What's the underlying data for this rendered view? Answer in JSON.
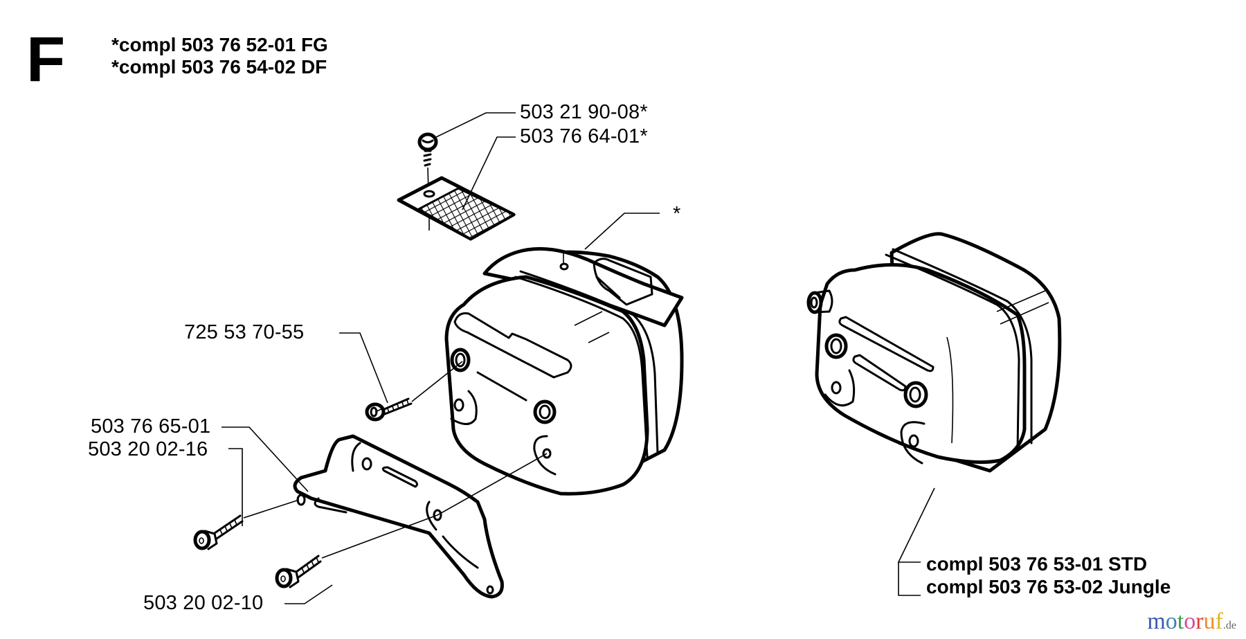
{
  "diagram": {
    "section_letter": "F",
    "header_lines": [
      "*compl 503 76 52-01 FG",
      "*compl 503 76 54-02 DF"
    ],
    "part_labels": {
      "screw_top": "503 21 90-08*",
      "screen": "503 76 64-01*",
      "muffler_body": "*",
      "bolt_socket": "725 53 70-55",
      "bracket": "503 76 65-01",
      "bolt_upper": "503 20 02-16",
      "bolt_lower": "503 20 02-10"
    },
    "complete_assemblies": [
      "compl 503 76 53-01 STD",
      "compl 503 76 53-02 Jungle"
    ],
    "parts": [
      {
        "id": "503 21 90-08",
        "name": "screw",
        "note": "*"
      },
      {
        "id": "503 76 64-01",
        "name": "spark-arrestor-screen",
        "note": "*"
      },
      {
        "id": "*",
        "name": "muffler-body"
      },
      {
        "id": "725 53 70-55",
        "name": "socket-bolt"
      },
      {
        "id": "503 76 65-01",
        "name": "muffler-bracket"
      },
      {
        "id": "503 20 02-16",
        "name": "flange-bolt"
      },
      {
        "id": "503 20 02-10",
        "name": "flange-bolt"
      }
    ]
  },
  "watermark": {
    "letters": [
      {
        "ch": "m",
        "color": "#3b5ba8"
      },
      {
        "ch": "o",
        "color": "#3f7fb8"
      },
      {
        "ch": "t",
        "color": "#3a9a4a"
      },
      {
        "ch": "o",
        "color": "#d84a98"
      },
      {
        "ch": "r",
        "color": "#d8403a"
      },
      {
        "ch": "u",
        "color": "#e8902a"
      },
      {
        "ch": "f",
        "color": "#e8b020"
      }
    ],
    "tld": ".de"
  }
}
